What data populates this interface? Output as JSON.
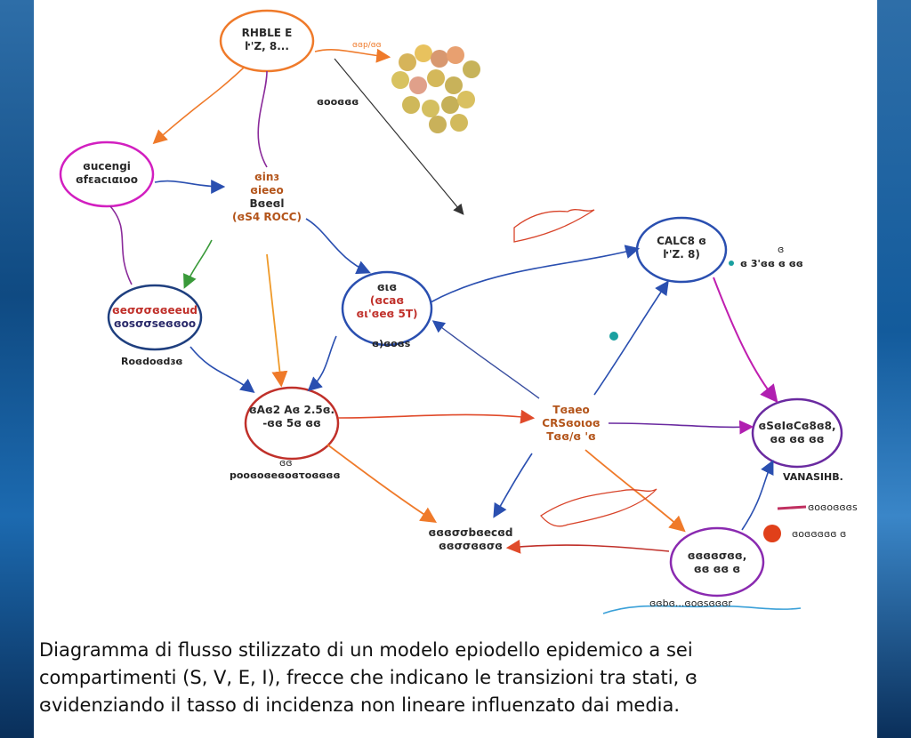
{
  "nodes": {
    "top": {
      "line1": "RHBLE E",
      "line2": "ŀ'Z, 8..."
    },
    "magenta": {
      "line1": "ɞucengi",
      "line2": "ɞfεacιαιοο"
    },
    "center_orange": {
      "line1": "ɞinɜ",
      "line2": "ɞieeo",
      "line3": "Bɞeɞl",
      "line4": "(ɞS4 ROCC)"
    },
    "left_blue": {
      "line1": "ɞeσσσɞɞeeud",
      "line2": "ɞosσσseɞɞoo",
      "below": "Roɞdoɞdɜɞ"
    },
    "mid_blue": {
      "line1": "ɞιɞ",
      "line2": "(ɞcaɞ",
      "line3": "ɞι'ɞeɞ 5T)",
      "below": "ɞ)ɞoɞs"
    },
    "top_right": {
      "line1": "CALC8 ɞ",
      "line2": "ŀ'Z. 8)"
    },
    "red_center": {
      "line1": "ɞAɞ2 Aɞ 2.5ɞ.",
      "line2": "-ɞɞ 5ɞ ɞɞ",
      "below1": "ɞɞ",
      "below2": "pooɞoɞeɞoɞτoɞɞɞɞ"
    },
    "mid_orange": {
      "line1": "Tɞaeo",
      "line2": "CRSɞoιoɞ",
      "line3": "Tɞɞ/ɞ 'ɞ"
    },
    "right_purple": {
      "line1": "ɞSɞIɞCɞ8ɞ8,",
      "line2": "ɞɞ ɞɞ ɞɞ"
    },
    "bottom_mid": {
      "line1": "ɞɞɞσσbɞecɞd",
      "line2": "ɞɞσσɞɞσɞ"
    },
    "bottom_right": {
      "line1": "ɞɞɞɞσɞɞ,",
      "line2": "ɞɞ ɞɞ ɞ"
    }
  },
  "misc_labels": {
    "dood": "ɞooɞɞɞ",
    "top_arrow_tag": "ɞɞp/ɞɞ",
    "right_tag1": "ɞ 3'ɞɞ ɞ ɞɞ",
    "right_tag2": "ɞ",
    "vanasihb": "VANASIHB.",
    "legend1": "ɞoɞoɞɞɞs",
    "legend2": "ɞoɞɞɞɞɞ ɞ",
    "bottom_banner": "ɞɞbɞ...ɞoɞsɞɞɞr"
  },
  "caption": {
    "line1": "Diagramma di flusso stilizzato di un modelo epiodello epidemico a sei",
    "line2": "compartimenti (S, V, E, I), frecce che indicano le transizioni tra stati, ɞ",
    "line3": "ɞvidenziando il tasso di incidenza non lineare influenzato dai media."
  }
}
